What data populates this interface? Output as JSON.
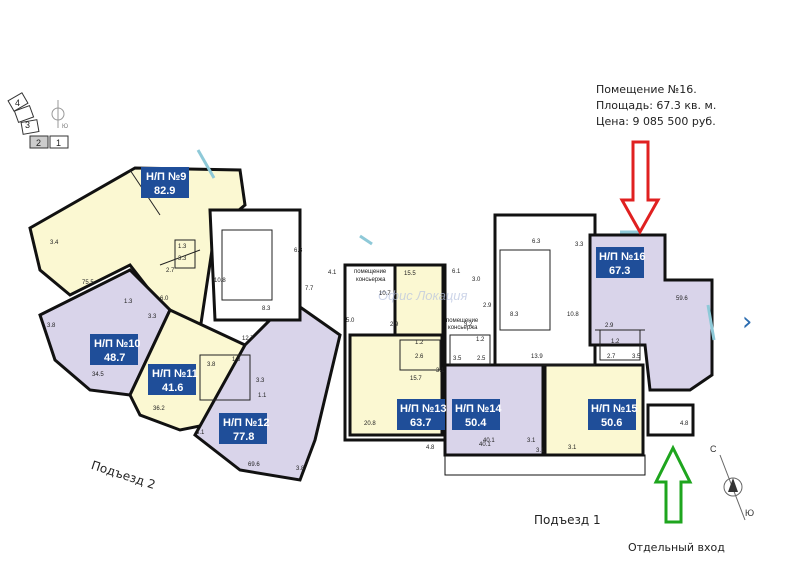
{
  "info": {
    "room": "Помещение №16.",
    "area": "Площадь: 67.3 кв. м.",
    "price": "Цена: 9 085 500 руб."
  },
  "entrances": {
    "entrance_2": "Подъезд 2",
    "entrance_1": "Подъезд 1",
    "separate_entrance": "Отдельный вход"
  },
  "key_plan": [
    "1",
    "2",
    "3",
    "4"
  ],
  "compass": {
    "north": "С",
    "south": "Ю"
  },
  "units": [
    {
      "id": "np9",
      "title": "Н/П №9",
      "area": "82.9"
    },
    {
      "id": "np10",
      "title": "Н/П №10",
      "area": "48.7"
    },
    {
      "id": "np11",
      "title": "Н/П №11",
      "area": "41.6"
    },
    {
      "id": "np12",
      "title": "Н/П №12",
      "area": "77.8"
    },
    {
      "id": "np13",
      "title": "Н/П №13",
      "area": "63.7"
    },
    {
      "id": "np14",
      "title": "Н/П №14",
      "area": "50.4"
    },
    {
      "id": "np15",
      "title": "Н/П №15",
      "area": "50.6"
    },
    {
      "id": "np16",
      "title": "Н/П №16",
      "area": "67.3"
    }
  ],
  "concierge": [
    "помещение",
    "консьержа",
    "помещение",
    "консьержа"
  ],
  "watermark": "Офис Локация",
  "room_areas": [
    "3.4",
    "75.5",
    "2.7",
    "1.3",
    "3.3",
    "6.3",
    "10.8",
    "4.1",
    "7.7",
    "8.3",
    "12.7",
    "6.0",
    "3.3",
    "1.3",
    "3.8",
    "34.5",
    "3.8",
    "1.5",
    "3.3",
    "1.1",
    "36.2",
    "3.1",
    "69.6",
    "3.8",
    "15.5",
    "10.7",
    "5.0",
    "2.9",
    "6.1",
    "3.0",
    "2.9",
    "3.2",
    "2.6",
    "3.1",
    "1.2",
    "15.7",
    "20.8",
    "1.2",
    "3.5",
    "2.5",
    "4.8",
    "40.1",
    "3.1",
    "13.9",
    "8.3",
    "10.8",
    "6.3",
    "3.3",
    "59.6",
    "2.9",
    "1.2",
    "2.7",
    "3.5",
    "4.8",
    "40.1",
    "3.1",
    "3.1"
  ],
  "colors": {
    "unit_label_bg": "#1f4e99",
    "highlight_arrow": "#e02020",
    "entrance_arrow": "#1ea51e",
    "fill_yellow": "#fbf8d2",
    "fill_purple": "#d9d4ea",
    "nav_arrow": "#2b6cb0"
  }
}
